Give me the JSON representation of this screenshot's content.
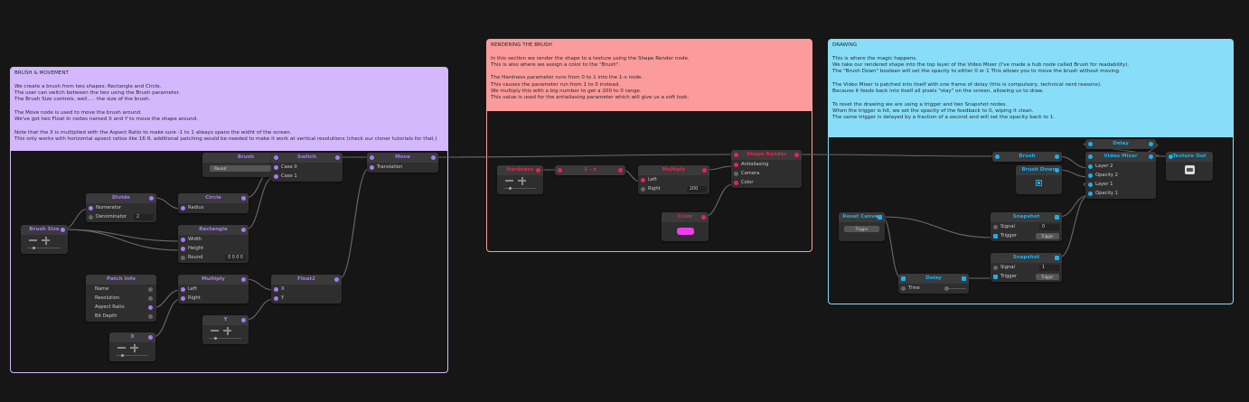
{
  "colors": {
    "purple": "#a77bf3",
    "red": "#e8254f",
    "blue": "#1ab0f0",
    "grey": "#666666",
    "swatch": "#f03cf0"
  },
  "comments": {
    "brush": "BRUSH & MOVEMENT\n\nWe create a brush from two shapes: Rectangle and Circle.\nThe user can switch between the two using the Brush parameter.\nThe Brush Size controls, well..... the size of the brush.\n\nThe Move node is used to move the brush around.\nWe've got two Float In nodes named X and Y to move the shape around.\n\nNote that the X is multiplied with the Aspect Ratio to make sure -1 to 1 always spans the widht of the screen.\nThis only works with horizontal apsect ratios like 16:9, additional patching would be needed to make it work at vertical resolutions (check our cloner tutorials for that.)",
    "render": "RENDERING THE BRUSH\n\nIn this section we render the shape to a texture using the Shape Render node.\nThis is also where we assign a color to the \"Brush\".\n\nThe Hardness parameter runs from 0 to 1 into the 1-x node.\nThis causes the parameter run from 1 to 0 instead.\nWe multiply this with a big number to get a 200 to 0 range.\nThis value is used for the antialiasing parameter which will give us a soft look.",
    "draw": "DRAWING\n\nThis is where the magic happens.\nWe take our rendered shape into the top layer of the Video Mixer (I've made a hub node called Brush for readability).\nThe \"Brush Down\" boolean will set the opacity to either 0 or 1 This allows you to move the brush without moving.\n\nThe Video Mixer is patched into itself with one frame of delay (this is compulsory, technical nerd reasons).\nBecause it feeds back into itself all pixels \"stay\" on the screen, allowing us to draw.\n\nTo reset the drawing we are using a trigger and two Snapshot nodes.\nWhen the trigger is hit, we set the opacity of the feedback to 0, wiping it clean.\nThe same trigger is delayed by a fraction of a second and will set the opacity back to 1."
  },
  "nodes": [
    {
      "id": "brush",
      "title": "Brush",
      "theme": "purple",
      "out": true,
      "widget": "select",
      "select": "Round"
    },
    {
      "id": "switch",
      "title": "Switch",
      "theme": "purple",
      "in": true,
      "out": true,
      "rows": [
        {
          "label": "Case 0",
          "p": "c"
        },
        {
          "label": "Case 1",
          "p": "c"
        }
      ]
    },
    {
      "id": "move",
      "title": "Move",
      "theme": "purple",
      "in": true,
      "out": true,
      "rows": [
        {
          "label": "Translation",
          "p": "c"
        }
      ]
    },
    {
      "id": "divide",
      "title": "Divide",
      "theme": "purple",
      "out": true,
      "rows": [
        {
          "label": "Numerator",
          "p": "c"
        },
        {
          "label": "Denominator",
          "p": "g",
          "value": "2"
        }
      ]
    },
    {
      "id": "circle",
      "title": "Circle",
      "theme": "purple",
      "out": true,
      "rows": [
        {
          "label": "Radius",
          "p": "c"
        }
      ]
    },
    {
      "id": "brushsize",
      "title": "Brush Size",
      "theme": "purple",
      "out": true,
      "widget": "stepper"
    },
    {
      "id": "rectangle",
      "title": "Rectangle",
      "theme": "purple",
      "out": true,
      "rows": [
        {
          "label": "Width",
          "p": "c"
        },
        {
          "label": "Height",
          "p": "c"
        },
        {
          "label": "Round",
          "p": "g",
          "value": "0    0    0    0"
        }
      ]
    },
    {
      "id": "patchinfo",
      "title": "Patch Info",
      "theme": "purple",
      "rows": [
        {
          "label": "Name",
          "p": "g",
          "side": "out"
        },
        {
          "label": "Resolution",
          "p": "g",
          "side": "out"
        },
        {
          "label": "Aspect Ratio",
          "p": "c",
          "side": "out"
        },
        {
          "label": "Bit Depth",
          "p": "g",
          "side": "out"
        }
      ]
    },
    {
      "id": "multiply",
      "title": "Multiply",
      "theme": "purple",
      "out": true,
      "rows": [
        {
          "label": "Left",
          "p": "c"
        },
        {
          "label": "Right",
          "p": "c"
        }
      ]
    },
    {
      "id": "float2",
      "title": "Float2",
      "theme": "purple",
      "out": true,
      "rows": [
        {
          "label": "X",
          "p": "c"
        },
        {
          "label": "Y",
          "p": "c"
        }
      ]
    },
    {
      "id": "y",
      "title": "Y",
      "theme": "purple",
      "out": true,
      "widget": "stepper"
    },
    {
      "id": "x",
      "title": "X",
      "theme": "purple",
      "out": true,
      "widget": "stepper"
    },
    {
      "id": "hardness",
      "title": "Hardness",
      "theme": "red",
      "out": true,
      "widget": "stepper"
    },
    {
      "id": "oneminus",
      "title": "1 - x",
      "theme": "red",
      "in": true,
      "out": true,
      "solo": true
    },
    {
      "id": "multiply2",
      "title": "Multiply",
      "theme": "red",
      "out": true,
      "rows": [
        {
          "label": "Left",
          "p": "c"
        },
        {
          "label": "Right",
          "p": "g",
          "value": "200"
        }
      ]
    },
    {
      "id": "shaperender",
      "title": "Shape Render",
      "theme": "red",
      "in": true,
      "out": true,
      "rows": [
        {
          "label": "Antialiasing",
          "p": "c"
        },
        {
          "label": "Camera",
          "p": "g"
        },
        {
          "label": "Color",
          "p": "c"
        }
      ]
    },
    {
      "id": "color",
      "title": "Color",
      "theme": "red",
      "out": true,
      "widget": "swatch"
    },
    {
      "id": "delay",
      "title": "Delay",
      "theme": "blue",
      "in": true,
      "out": true,
      "solo": true
    },
    {
      "id": "brushhub",
      "title": "Brush",
      "theme": "blue",
      "in": true,
      "out": true,
      "solo": true
    },
    {
      "id": "videomixer",
      "title": "Video Mixer",
      "theme": "blue",
      "in": true,
      "out": true,
      "rows": [
        {
          "label": "Layer 2",
          "p": "c"
        },
        {
          "label": "Opacity 2",
          "p": "c"
        },
        {
          "label": "Layer 1",
          "p": "c"
        },
        {
          "label": "Opacity 1",
          "p": "c"
        }
      ]
    },
    {
      "id": "textureout",
      "title": "Texture Out",
      "theme": "blue",
      "in": true,
      "widget": "image"
    },
    {
      "id": "brushdown",
      "title": "Brush Down",
      "theme": "blue",
      "out": true,
      "widget": "checkbox"
    },
    {
      "id": "reset",
      "title": "Reset Canvas",
      "theme": "blue",
      "out": true,
      "sq": true,
      "widget": "trigger",
      "button": "Trigger"
    },
    {
      "id": "snap1",
      "title": "Snapshot",
      "theme": "blue",
      "out": true,
      "sq": true,
      "rows": [
        {
          "label": "Signal",
          "p": "g",
          "value": "0"
        },
        {
          "label": "Trigger",
          "p": "c",
          "sq": true,
          "button": "Trigger"
        }
      ]
    },
    {
      "id": "snap2",
      "title": "Snapshot",
      "theme": "blue",
      "out": true,
      "sq": true,
      "rows": [
        {
          "label": "Signal",
          "p": "g",
          "value": "1"
        },
        {
          "label": "Trigger",
          "p": "c",
          "sq": true,
          "button": "Trigger"
        }
      ]
    },
    {
      "id": "delay2",
      "title": "Delay",
      "theme": "blue",
      "in": true,
      "out": true,
      "sq": true,
      "rows": [
        {
          "label": "Time",
          "p": "g",
          "slider": true
        }
      ]
    }
  ]
}
